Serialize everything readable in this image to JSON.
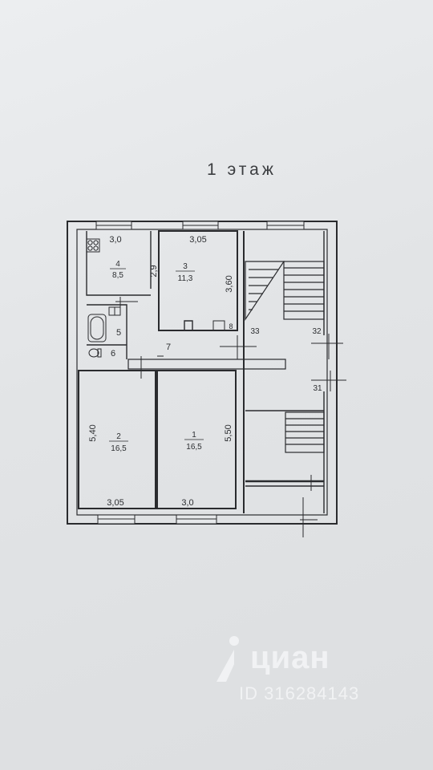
{
  "floor_title": "1 этаж",
  "rooms": [
    {
      "number": "4",
      "area": "8,5"
    },
    {
      "number": "3",
      "area": "11,3"
    },
    {
      "number": "2",
      "area": "16,5"
    },
    {
      "number": "1",
      "area": "16,5"
    },
    {
      "number": "5"
    },
    {
      "number": "6"
    },
    {
      "number": "7"
    },
    {
      "number": "8"
    }
  ],
  "dimensions": {
    "room4_width": "3,0",
    "room4_depth": "2,9",
    "room3_width": "3,05",
    "room3_depth": "3,60",
    "room2_depth": "5,40",
    "room2_width": "3,05",
    "room1_depth": "5,50",
    "room1_width": "3,0"
  },
  "axis_marks": [
    "33",
    "32",
    "31"
  ],
  "watermark": {
    "brand": "циан",
    "id": "ID 316284143"
  }
}
